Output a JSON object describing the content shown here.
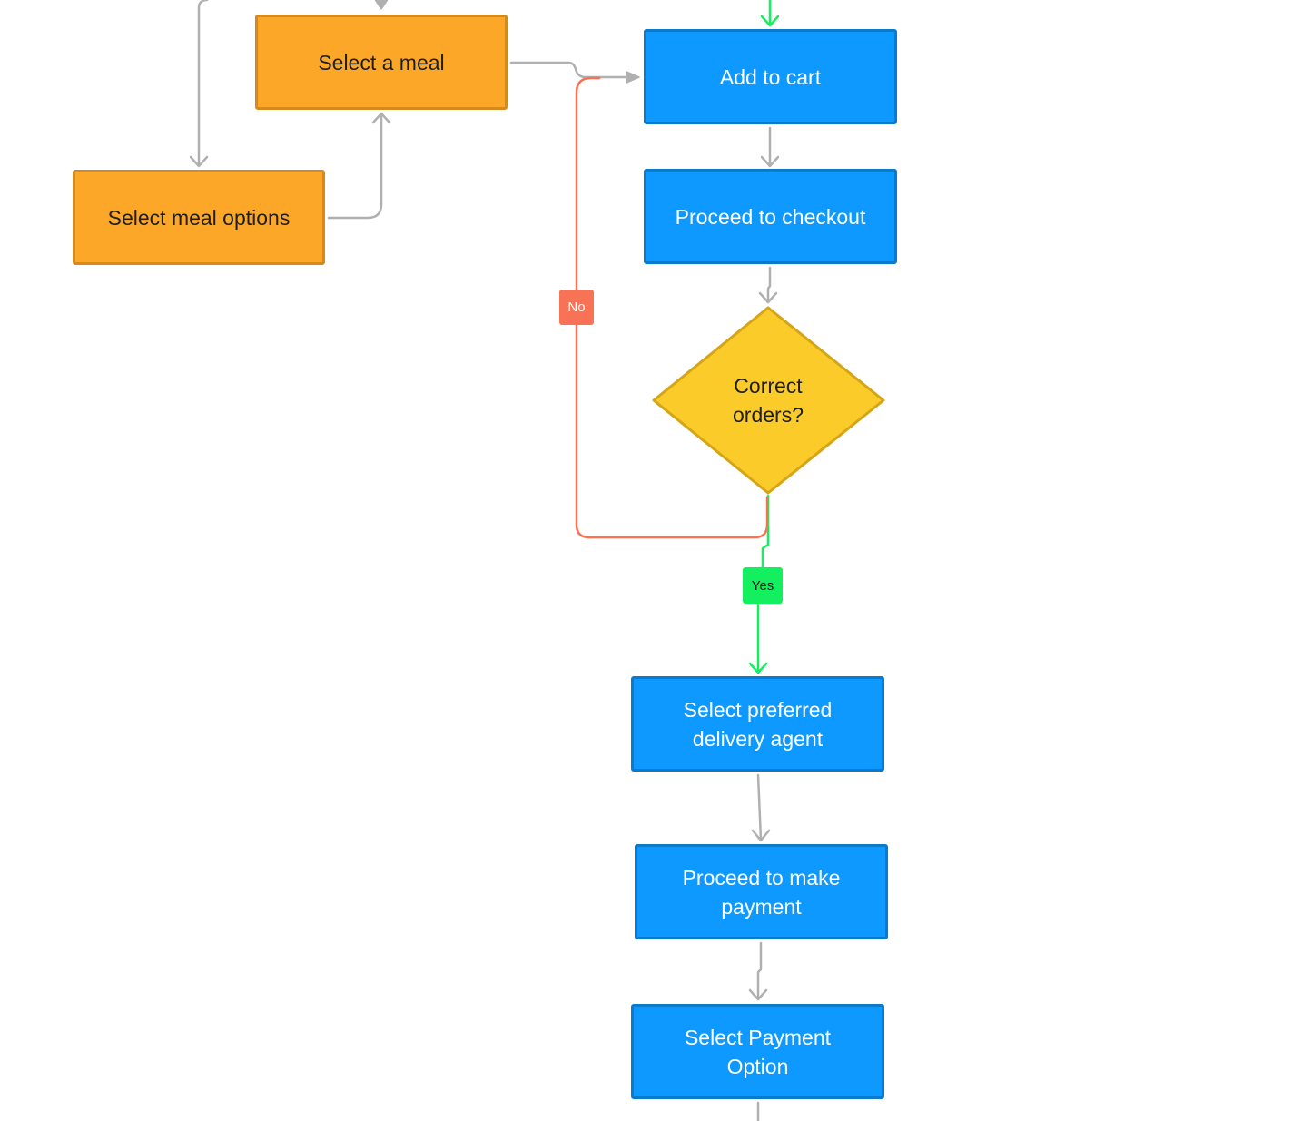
{
  "colors": {
    "process_orange": "#fda729",
    "process_blue": "#0d99ff",
    "decision_yellow": "#fbcb2a",
    "connector_gray": "#b0b0b0",
    "no_red": "#f87355",
    "yes_green": "#14ef5f"
  },
  "nodes": {
    "select_meal": "Select a meal",
    "select_meal_options": "Select meal options",
    "add_to_cart": "Add to cart",
    "proceed_checkout": "Proceed to checkout",
    "decision_line1": "Correct",
    "decision_line2": "orders?",
    "delivery_line1": "Select preferred",
    "delivery_line2": "delivery agent",
    "payment_line1": "Proceed to make",
    "payment_line2": "payment",
    "option_line1": "Select Payment",
    "option_line2": "Option"
  },
  "labels": {
    "no": "No",
    "yes": "Yes"
  }
}
